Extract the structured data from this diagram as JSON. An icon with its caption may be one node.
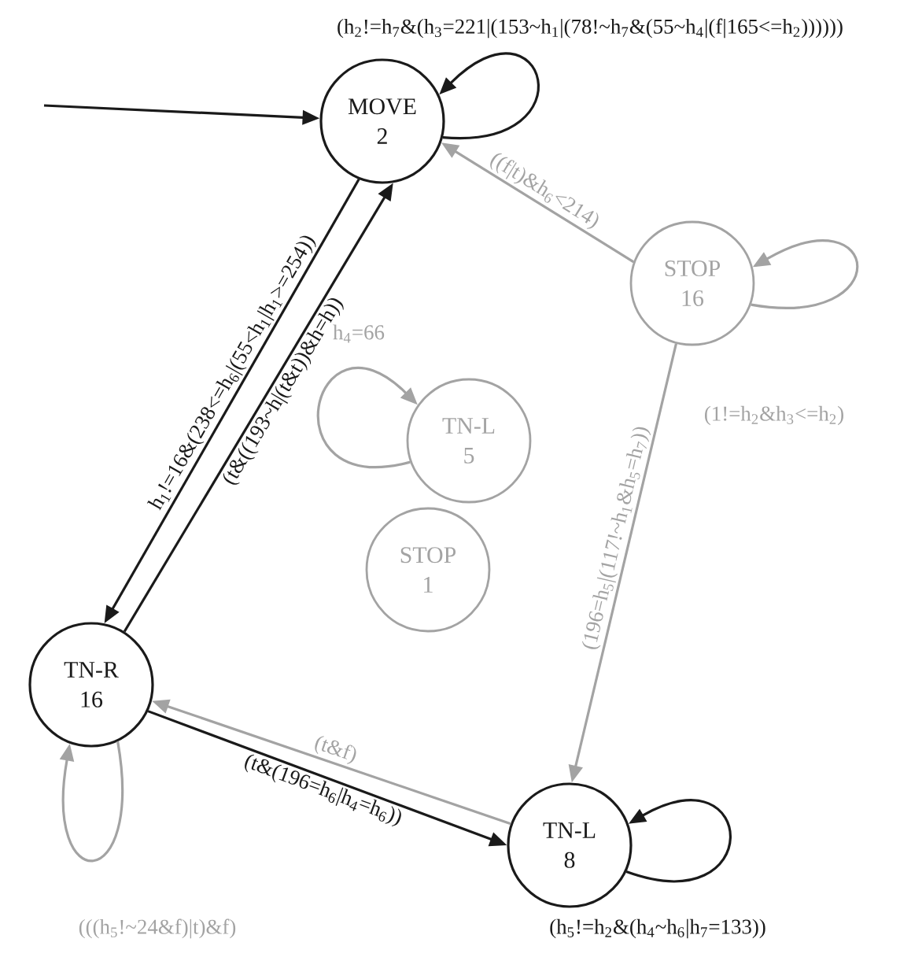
{
  "diagram": {
    "nodes": [
      {
        "text": [
          "MOVE",
          "2"
        ]
      },
      {
        "text": [
          "STOP",
          "16"
        ]
      },
      {
        "text": [
          "TN-L",
          "5"
        ]
      },
      {
        "text": [
          "STOP",
          "1"
        ]
      },
      {
        "text": [
          "TN-R",
          "16"
        ]
      },
      {
        "text": [
          "TN-L",
          "8"
        ]
      }
    ],
    "edges": [
      {
        "from": null,
        "to": 0,
        "arrow": "to",
        "color": "#1a1a1a"
      },
      {
        "from": 0,
        "to": 0,
        "arrow": "to",
        "color": "#1a1a1a",
        "label": "(h$_{2}$!=h$_{7}$&(h$_{3}$=221|(153~h$_{1}$|(78!~h$_{7}$&(55~h$_{4}$|(f|165<=h$_{2}$))))))"
      },
      {
        "from": 1,
        "to": 0,
        "arrow": "to",
        "color": "#a3a3a3",
        "label": "((f|t)&h$_{6}$<214)"
      },
      {
        "from": 1,
        "to": 1,
        "arrow": "to",
        "color": "#a3a3a3",
        "label": "(1!=h$_{2}$&h$_{3}$<=h$_{2}$)"
      },
      {
        "from": 2,
        "to": 2,
        "arrow": "to",
        "color": "#a3a3a3",
        "label": "h$_{4}$=66"
      },
      {
        "from": 0,
        "to": 4,
        "arrow": "to",
        "color": "#1a1a1a",
        "label": "h$_{1}$!=16&(238<=h$_{6}$|(55<h$_{1}$|h$_{1}$>=254))"
      },
      {
        "from": 4,
        "to": 0,
        "arrow": "to",
        "color": "#1a1a1a",
        "label": "(t&((193~h|(t&t))&h=h))"
      },
      {
        "from": 1,
        "to": 5,
        "arrow": "to",
        "color": "#a3a3a3",
        "label": "(196=h$_{5}$|(117!~h$_{1}$&h$_{5}$=h$_{7}$))"
      },
      {
        "from": 5,
        "to": 4,
        "arrow": "to",
        "color": "#a3a3a3",
        "label": "(t&f)"
      },
      {
        "from": 4,
        "to": 5,
        "arrow": "to",
        "color": "#1a1a1a",
        "label": "(t&(196=h$_{6}$|h$_{4}$=h$_{6}$))"
      },
      {
        "from": 4,
        "to": 4,
        "arrow": "to",
        "color": "#a3a3a3",
        "label": "(((h$_{5}$!~24&f)|t)&f)"
      },
      {
        "from": 5,
        "to": 5,
        "arrow": "to",
        "color": "#1a1a1a",
        "label": "(h$_{5}$!=h$_{2}$&(h$_{4}$~h$_{6}$|h$_{7}$=133))"
      }
    ]
  }
}
